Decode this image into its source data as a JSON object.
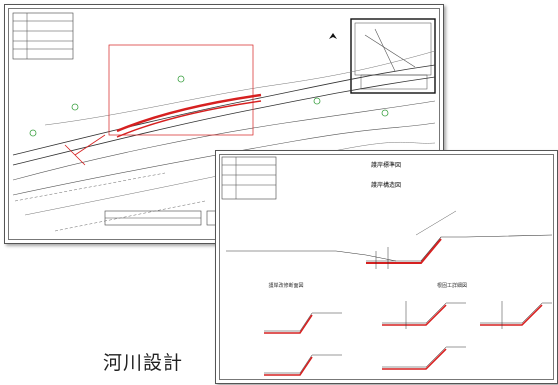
{
  "caption": "河川設計",
  "sheet2": {
    "title": "護岸構造図",
    "subtitle": "護岸標準図",
    "section_left": "護岸改修断面図",
    "section_right": "根固工詳細図"
  },
  "colors": {
    "drawing_red": "#d62020",
    "drawing_green": "#3aa040",
    "line": "#333333"
  }
}
